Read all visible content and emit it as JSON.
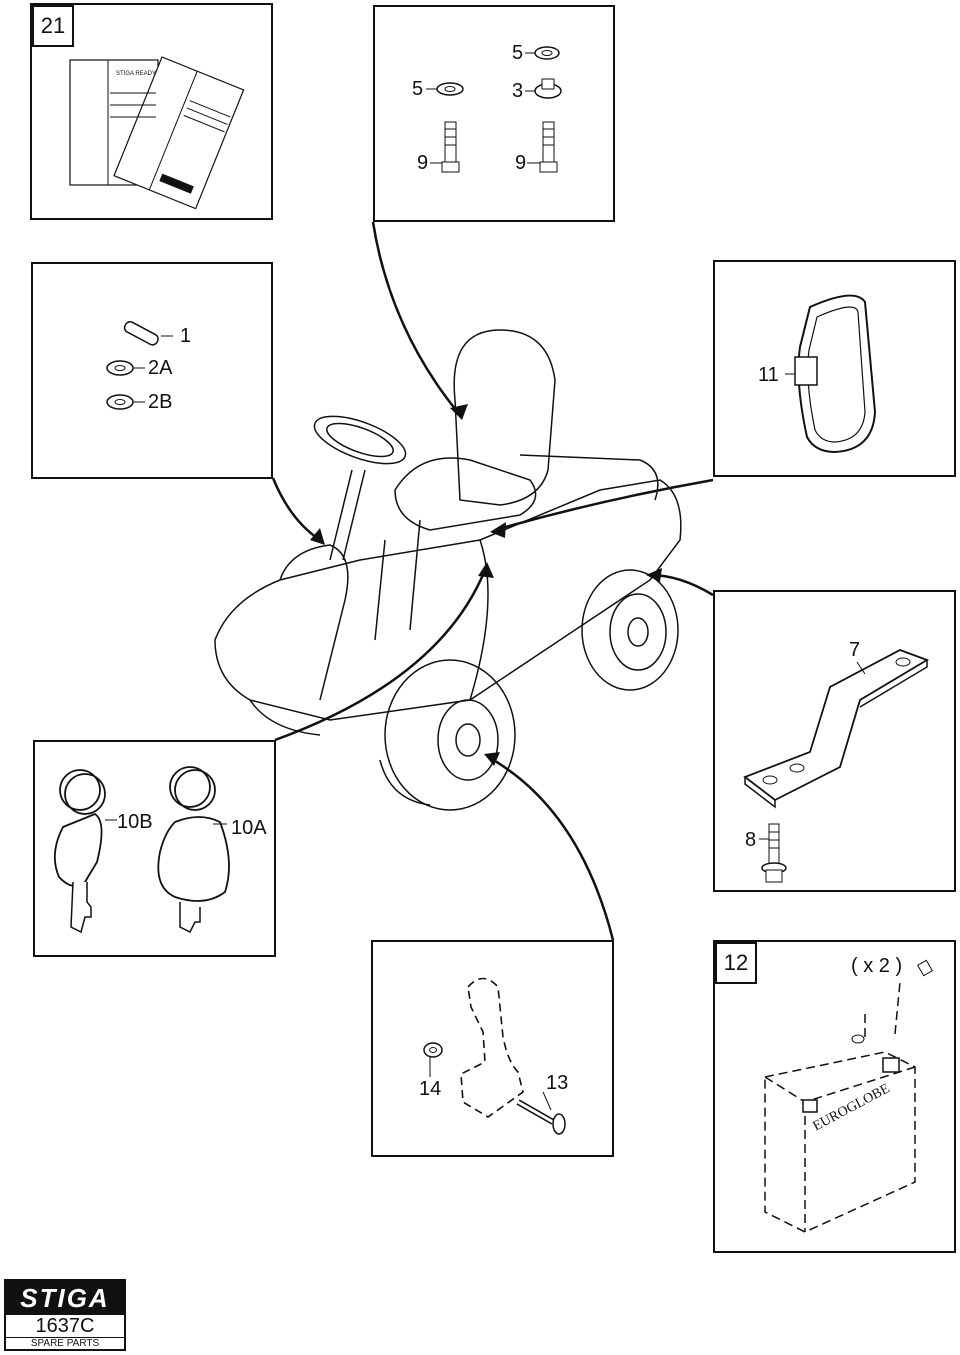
{
  "panels": {
    "manuals": {
      "tag": "21",
      "doc_heading": "STIGA READY"
    },
    "bolts": {
      "label_5a": "5",
      "label_5b": "5",
      "label_3": "3",
      "label_9a": "9",
      "label_9b": "9"
    },
    "pins": {
      "label_1": "1",
      "label_2a": "2A",
      "label_2b": "2B"
    },
    "strap": {
      "label_11": "11"
    },
    "bracket": {
      "label_7": "7",
      "label_8": "8"
    },
    "keys": {
      "label_10b": "10B",
      "label_10a": "10A"
    },
    "lever": {
      "label_14": "14",
      "label_13": "13"
    },
    "battery": {
      "tag": "12",
      "qty": "( x 2 )",
      "brand": "EUROGLOBE"
    }
  },
  "footer": {
    "logo": "STIGA",
    "code": "1637C",
    "subtitle": "SPARE PARTS"
  }
}
